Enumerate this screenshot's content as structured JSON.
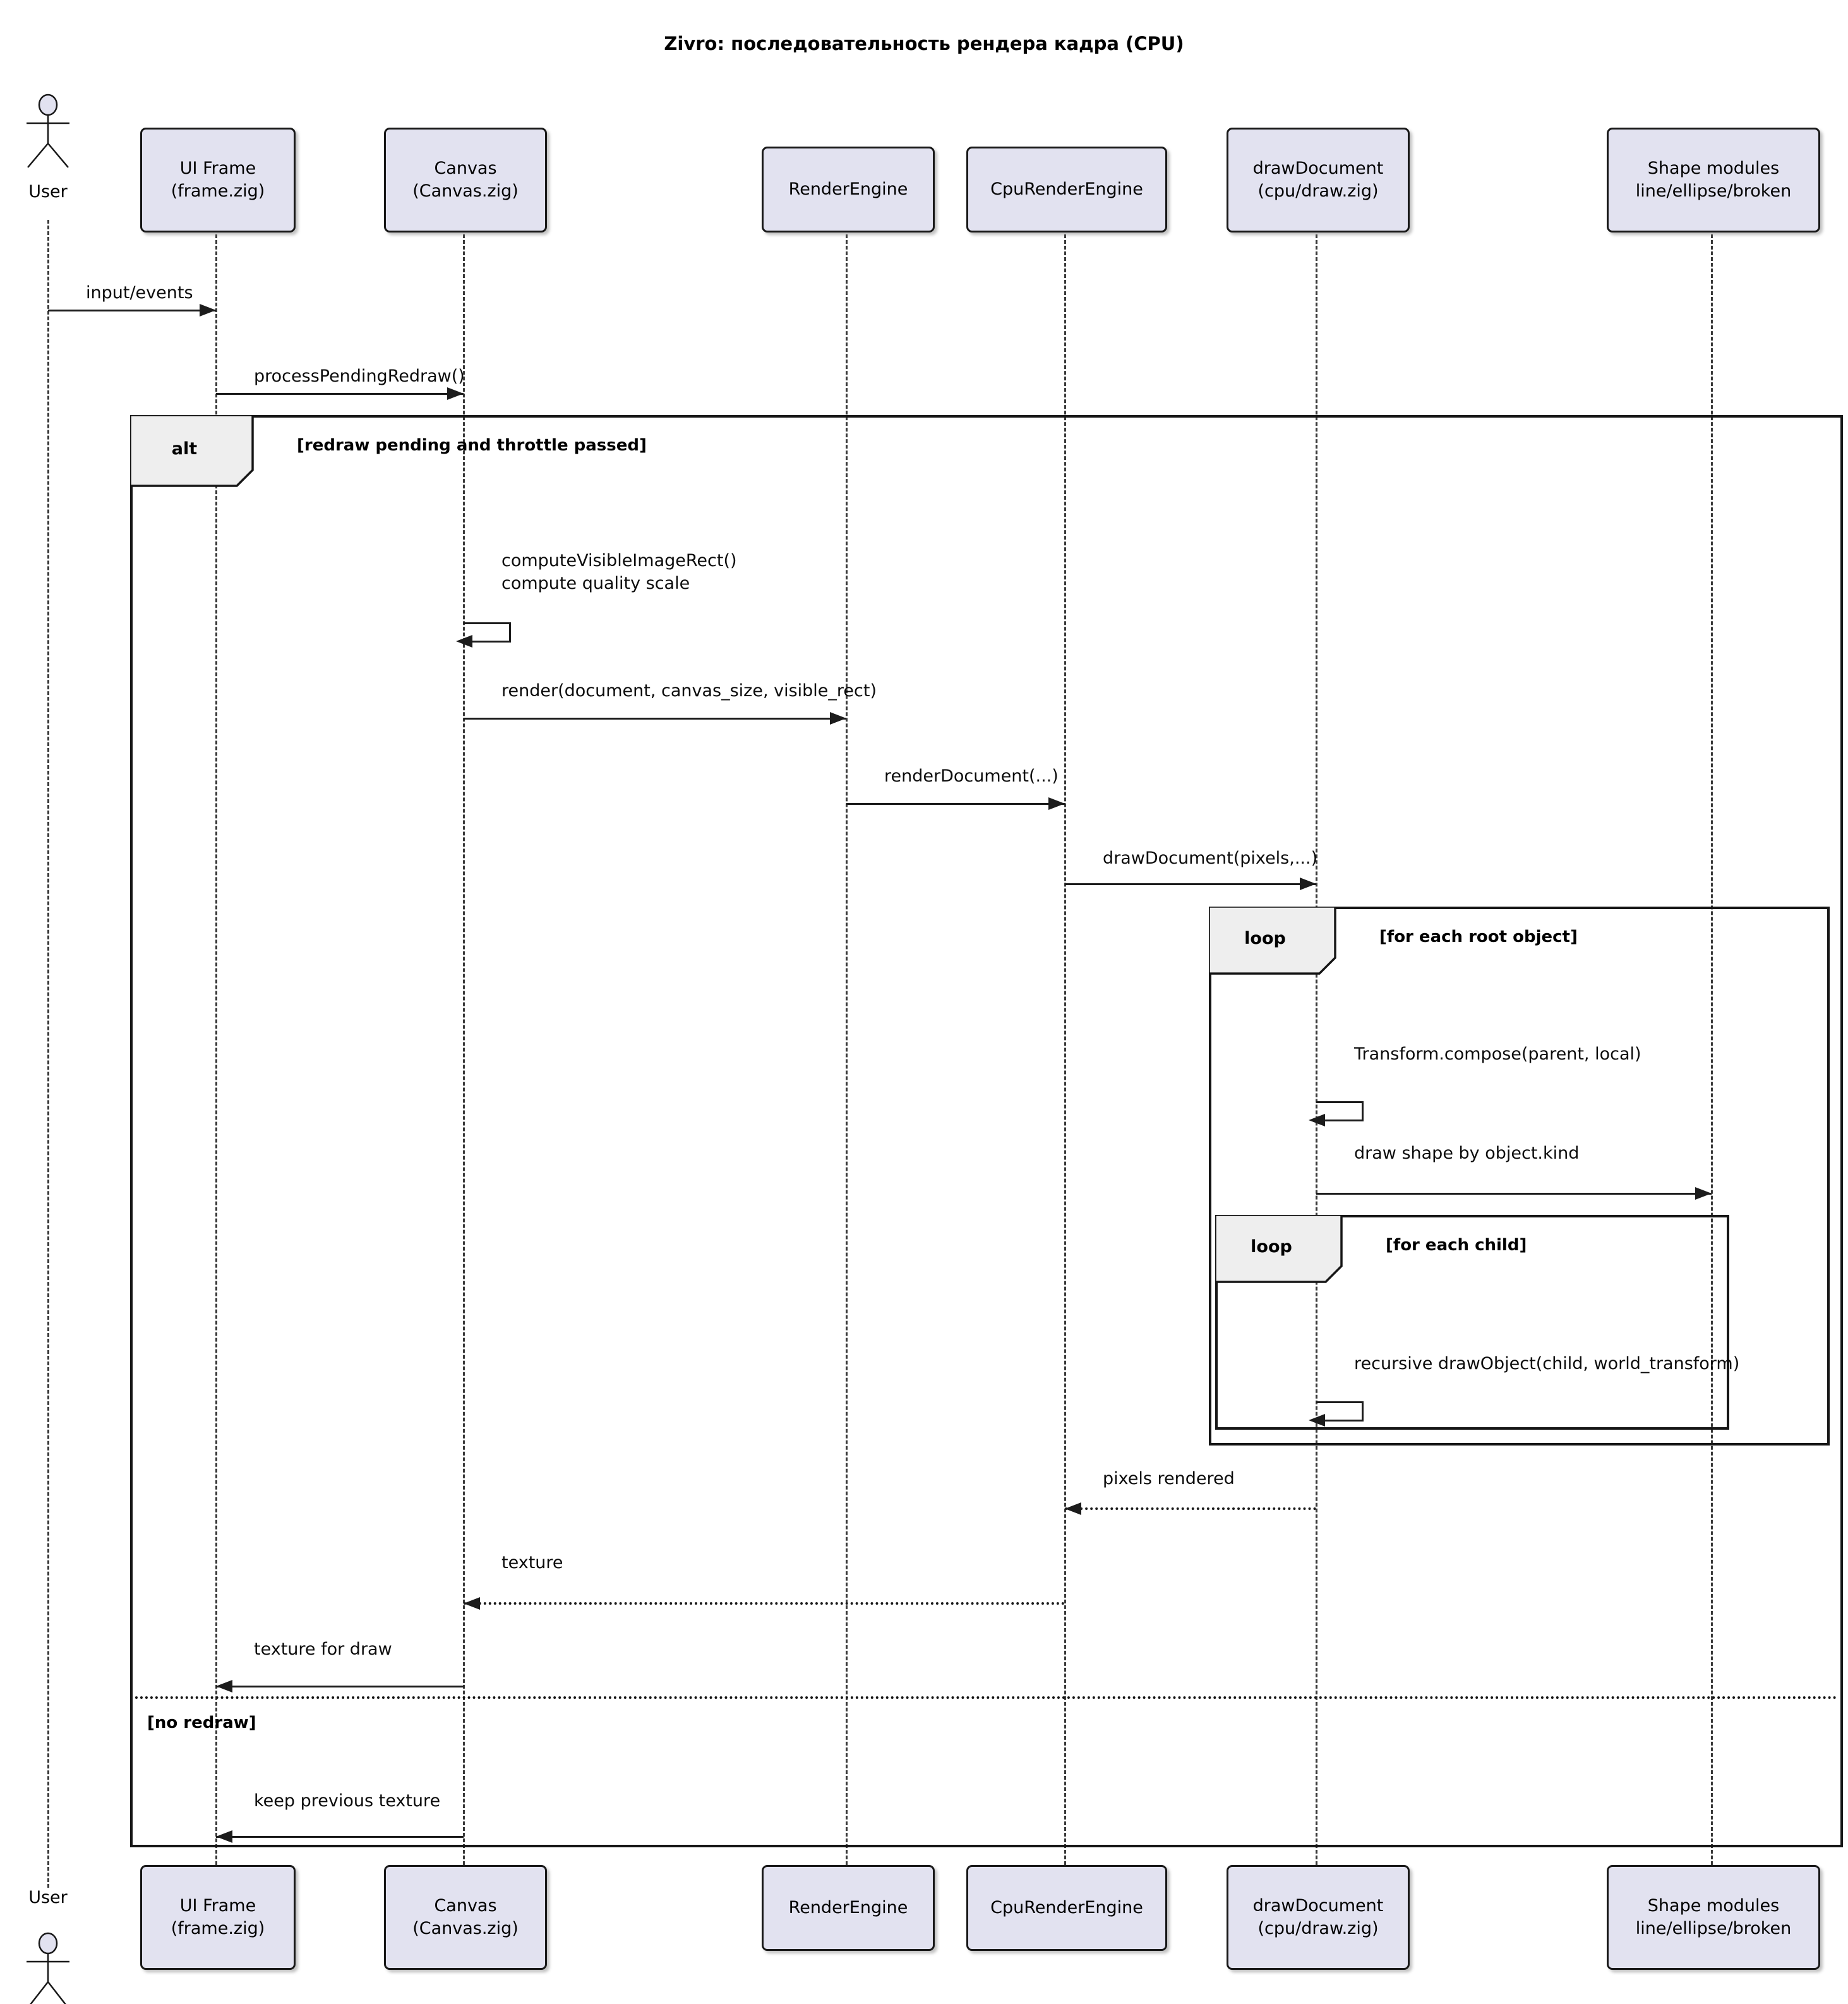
{
  "title": "Zivro: последовательность рендера кадра (CPU)",
  "actor": {
    "label": "User"
  },
  "participants": [
    {
      "id": "ui-frame",
      "lines": [
        "UI Frame",
        "(frame.zig)"
      ]
    },
    {
      "id": "canvas",
      "lines": [
        "Canvas",
        "(Canvas.zig)"
      ]
    },
    {
      "id": "render-engine",
      "lines": [
        "RenderEngine"
      ]
    },
    {
      "id": "cpu-render-engine",
      "lines": [
        "CpuRenderEngine"
      ]
    },
    {
      "id": "draw-document",
      "lines": [
        "drawDocument",
        "(cpu/draw.zig)"
      ]
    },
    {
      "id": "shape-modules",
      "lines": [
        "Shape modules",
        "line/ellipse/broken"
      ]
    }
  ],
  "fragments": {
    "alt": {
      "label": "alt",
      "guard": "[redraw pending and throttle passed]",
      "else_guard": "[no redraw]"
    },
    "loop_root": {
      "label": "loop",
      "guard": "[for each root object]"
    },
    "loop_child": {
      "label": "loop",
      "guard": "[for each child]"
    }
  },
  "messages": {
    "input_events": "input/events",
    "process_pending_redraw": "processPendingRedraw()",
    "compute_visible_line1": "computeVisibleImageRect()",
    "compute_visible_line2": "compute quality scale",
    "render": "render(document, canvas_size, visible_rect)",
    "render_document": "renderDocument(...)",
    "draw_document": "drawDocument(pixels,...)",
    "transform_compose": "Transform.compose(parent, local)",
    "draw_shape": "draw shape by object.kind",
    "recursive_draw": "recursive drawObject(child, world_transform)",
    "pixels_rendered": "pixels rendered",
    "texture": "texture",
    "texture_for_draw": "texture for draw",
    "keep_previous_texture": "keep previous texture"
  },
  "colors": {
    "participant_fill": "#E2E2F0",
    "fragment_label_fill": "#EEEEEE",
    "border": "#181818",
    "arrow": "#1c1c1c",
    "background": "#FFFFFF"
  }
}
